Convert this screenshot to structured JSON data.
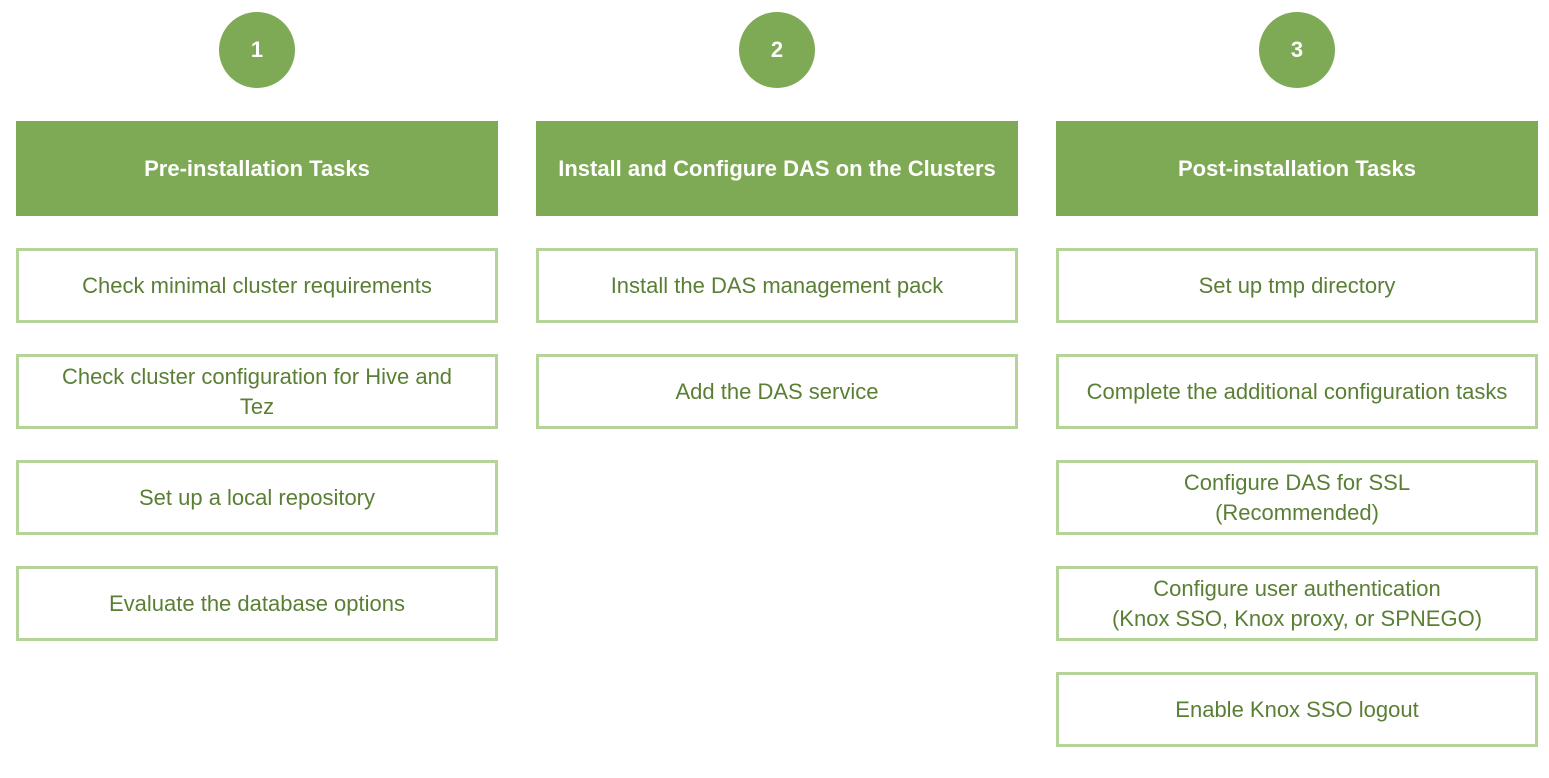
{
  "phases": [
    {
      "number": "1",
      "title": "Pre-installation Tasks",
      "tasks": [
        "Check minimal cluster requirements",
        "Check cluster configuration for Hive and Tez",
        "Set up a local repository",
        "Evaluate the database options"
      ]
    },
    {
      "number": "2",
      "title": "Install and Configure DAS on the Clusters",
      "tasks": [
        "Install the DAS management pack",
        "Add the DAS service"
      ]
    },
    {
      "number": "3",
      "title": "Post-installation Tasks",
      "tasks": [
        "Set up tmp directory",
        "Complete the additional configuration tasks",
        "Configure DAS for SSL\n(Recommended)",
        "Configure user authentication\n(Knox SSO, Knox proxy, or SPNEGO)",
        "Enable Knox SSO logout"
      ]
    }
  ],
  "colors": {
    "accent_green": "#7ea955",
    "box_border": "#b5d49a",
    "task_text": "#5a7f34",
    "header_text": "#ffffff"
  }
}
